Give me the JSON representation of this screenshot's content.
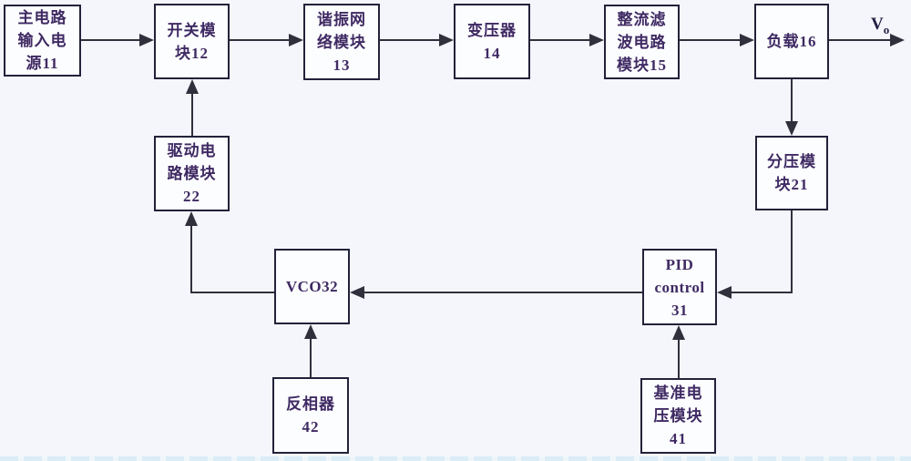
{
  "diagram": {
    "type": "block-diagram",
    "description": "Resonant switching power supply with PID feedback control",
    "blocks": {
      "power": {
        "label": "主电路\n输入电\n源11"
      },
      "switch": {
        "label": "开关模\n块12"
      },
      "resonant": {
        "label": "谐振网\n络模块\n13"
      },
      "transformer": {
        "label": "变压器\n14"
      },
      "rectifier": {
        "label": "整流滤\n波电路\n模块15"
      },
      "load": {
        "label": "负载16"
      },
      "divider": {
        "label": "分压模\n块21"
      },
      "driver": {
        "label": "驱动电\n路模块\n22"
      },
      "pid": {
        "label": "PID\ncontrol\n31"
      },
      "vco": {
        "label": "VCO32"
      },
      "reference": {
        "label": "基准电\n压模块\n41"
      },
      "inverter": {
        "label": "反相器\n42"
      }
    },
    "output": {
      "symbol": "V",
      "subscript": "o"
    },
    "colors": {
      "bg": "#f4f6fb",
      "box_fill": "#fcfdff",
      "box_border": "#22223a",
      "text": "#3f2a63",
      "line": "#30303d",
      "vo": "#232044"
    }
  }
}
